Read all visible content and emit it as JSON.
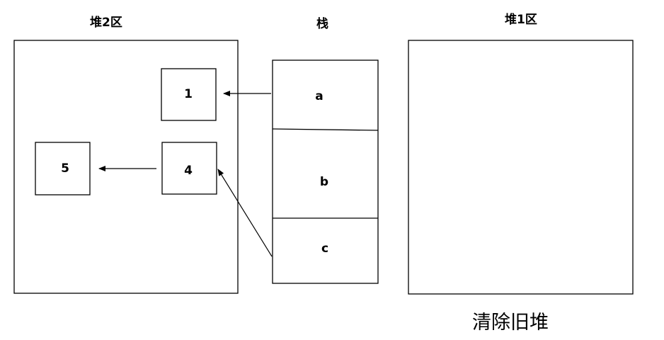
{
  "titles": {
    "heap2": "堆2区",
    "stack": "栈",
    "heap1": "堆1区"
  },
  "heap_objects": {
    "obj1": "1",
    "obj4": "4",
    "obj5": "5"
  },
  "stack_slots": {
    "a": "a",
    "b": "b",
    "c": "c"
  },
  "caption": "清除旧堆"
}
